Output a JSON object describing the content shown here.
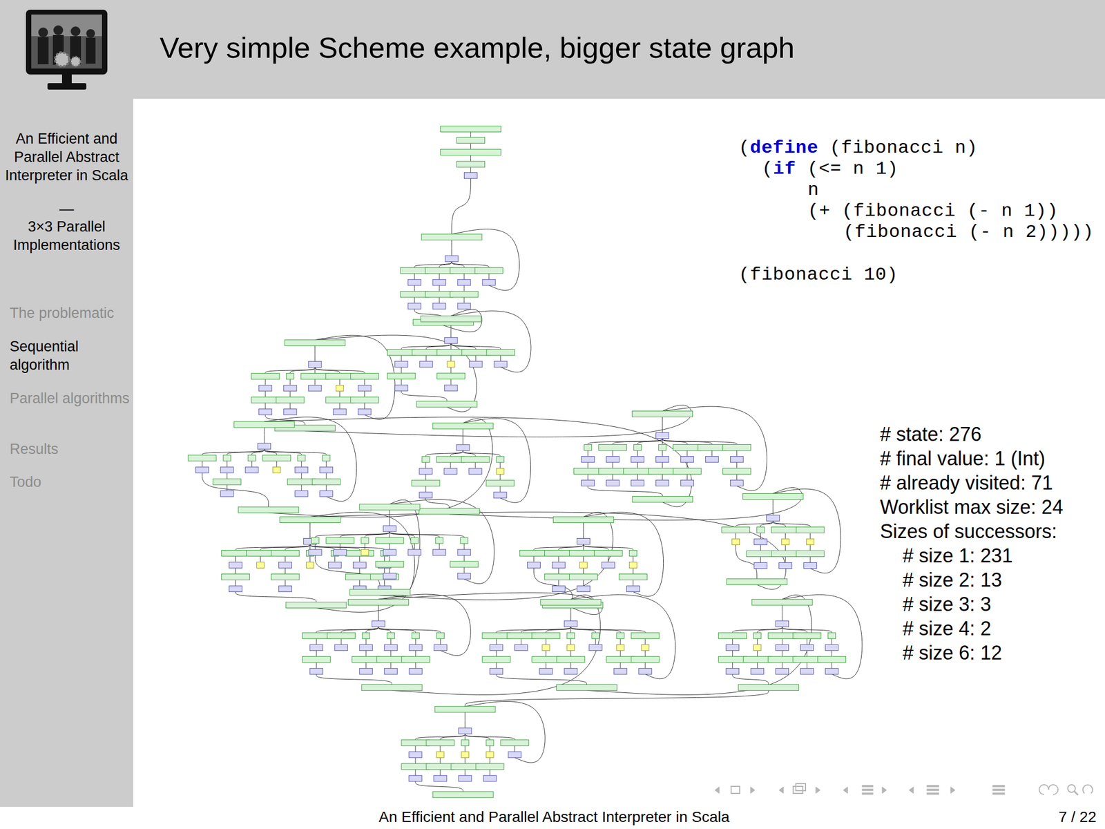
{
  "diagram": {
    "title": "Very simple Scheme example, bigger state graph",
    "labels": [
      "An Efficient and Parallel Abstract Interpreter in Scala",
      "—",
      "3×3 Parallel Implementations",
      "The problematic",
      "Sequential algorithm",
      "Parallel algorithms",
      "Results",
      "Todo",
      "(",
      "define",
      "(fibonacci n)",
      "(",
      "if",
      "(<= n 1)",
      "n",
      "(+ (fibonacci (- n 1))",
      "(fibonacci (- n 2)))))",
      "(fibonacci 10)",
      "# state: 276",
      "# final value: 1 (Int)",
      "# already visited: 71",
      "Worklist max size: 24",
      "Sizes of successors:",
      "# size 1: 231",
      "# size 2: 13",
      "# size 3: 3",
      "# size 4: 2",
      "# size 6: 12",
      "An Efficient and Parallel Abstract Interpreter in Scala",
      "7 / 22"
    ]
  }
}
